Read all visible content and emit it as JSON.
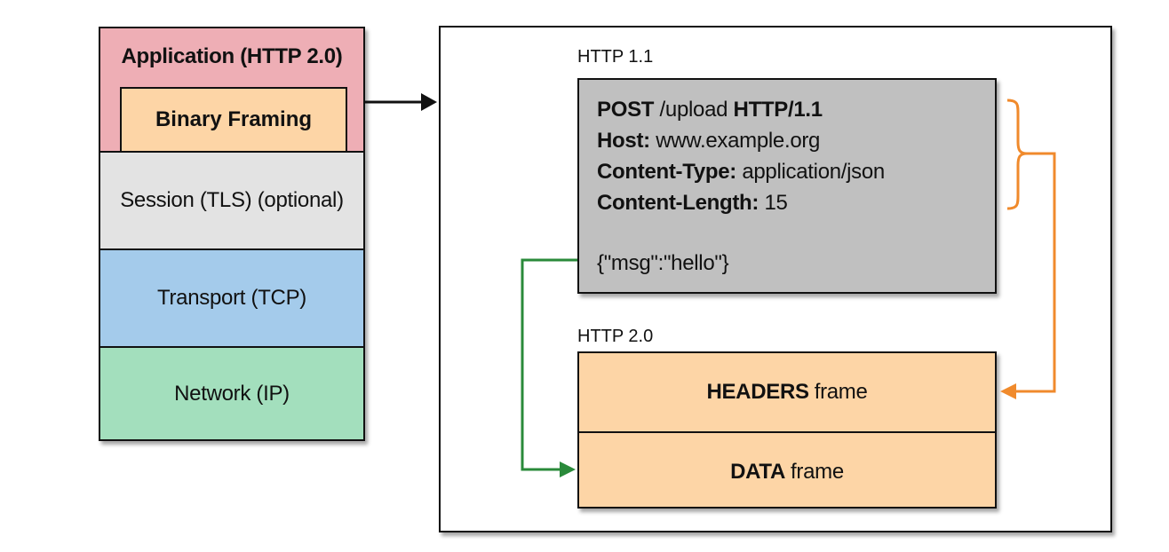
{
  "stack": {
    "application": "Application (HTTP 2.0)",
    "binary_framing": "Binary Framing",
    "session": "Session (TLS) (optional)",
    "transport": "Transport (TCP)",
    "network": "Network (IP)"
  },
  "http11": {
    "caption": "HTTP 1.1",
    "request": {
      "method": "POST",
      "path": " /upload ",
      "version": "HTTP/1.1",
      "host_key": "Host:",
      "host_val": " www.example.org",
      "ctype_key": "Content-Type:",
      "ctype_val": " application/json",
      "clen_key": "Content-Length:",
      "clen_val": " 15",
      "body": "{\"msg\":\"hello\"}"
    }
  },
  "http20": {
    "caption": "HTTP 2.0",
    "headers_bold": "HEADERS",
    "headers_rest": "frame",
    "data_bold": "DATA",
    "data_rest": "frame"
  },
  "colors": {
    "application": "#eeaeb5",
    "binary_framing": "#fdd5a6",
    "session": "#e3e3e3",
    "transport": "#a4cbeb",
    "network": "#a3dfbd",
    "request_box": "#c0c0c0",
    "headers_arrow": "#f08a2c",
    "data_arrow": "#2a8a3a"
  }
}
